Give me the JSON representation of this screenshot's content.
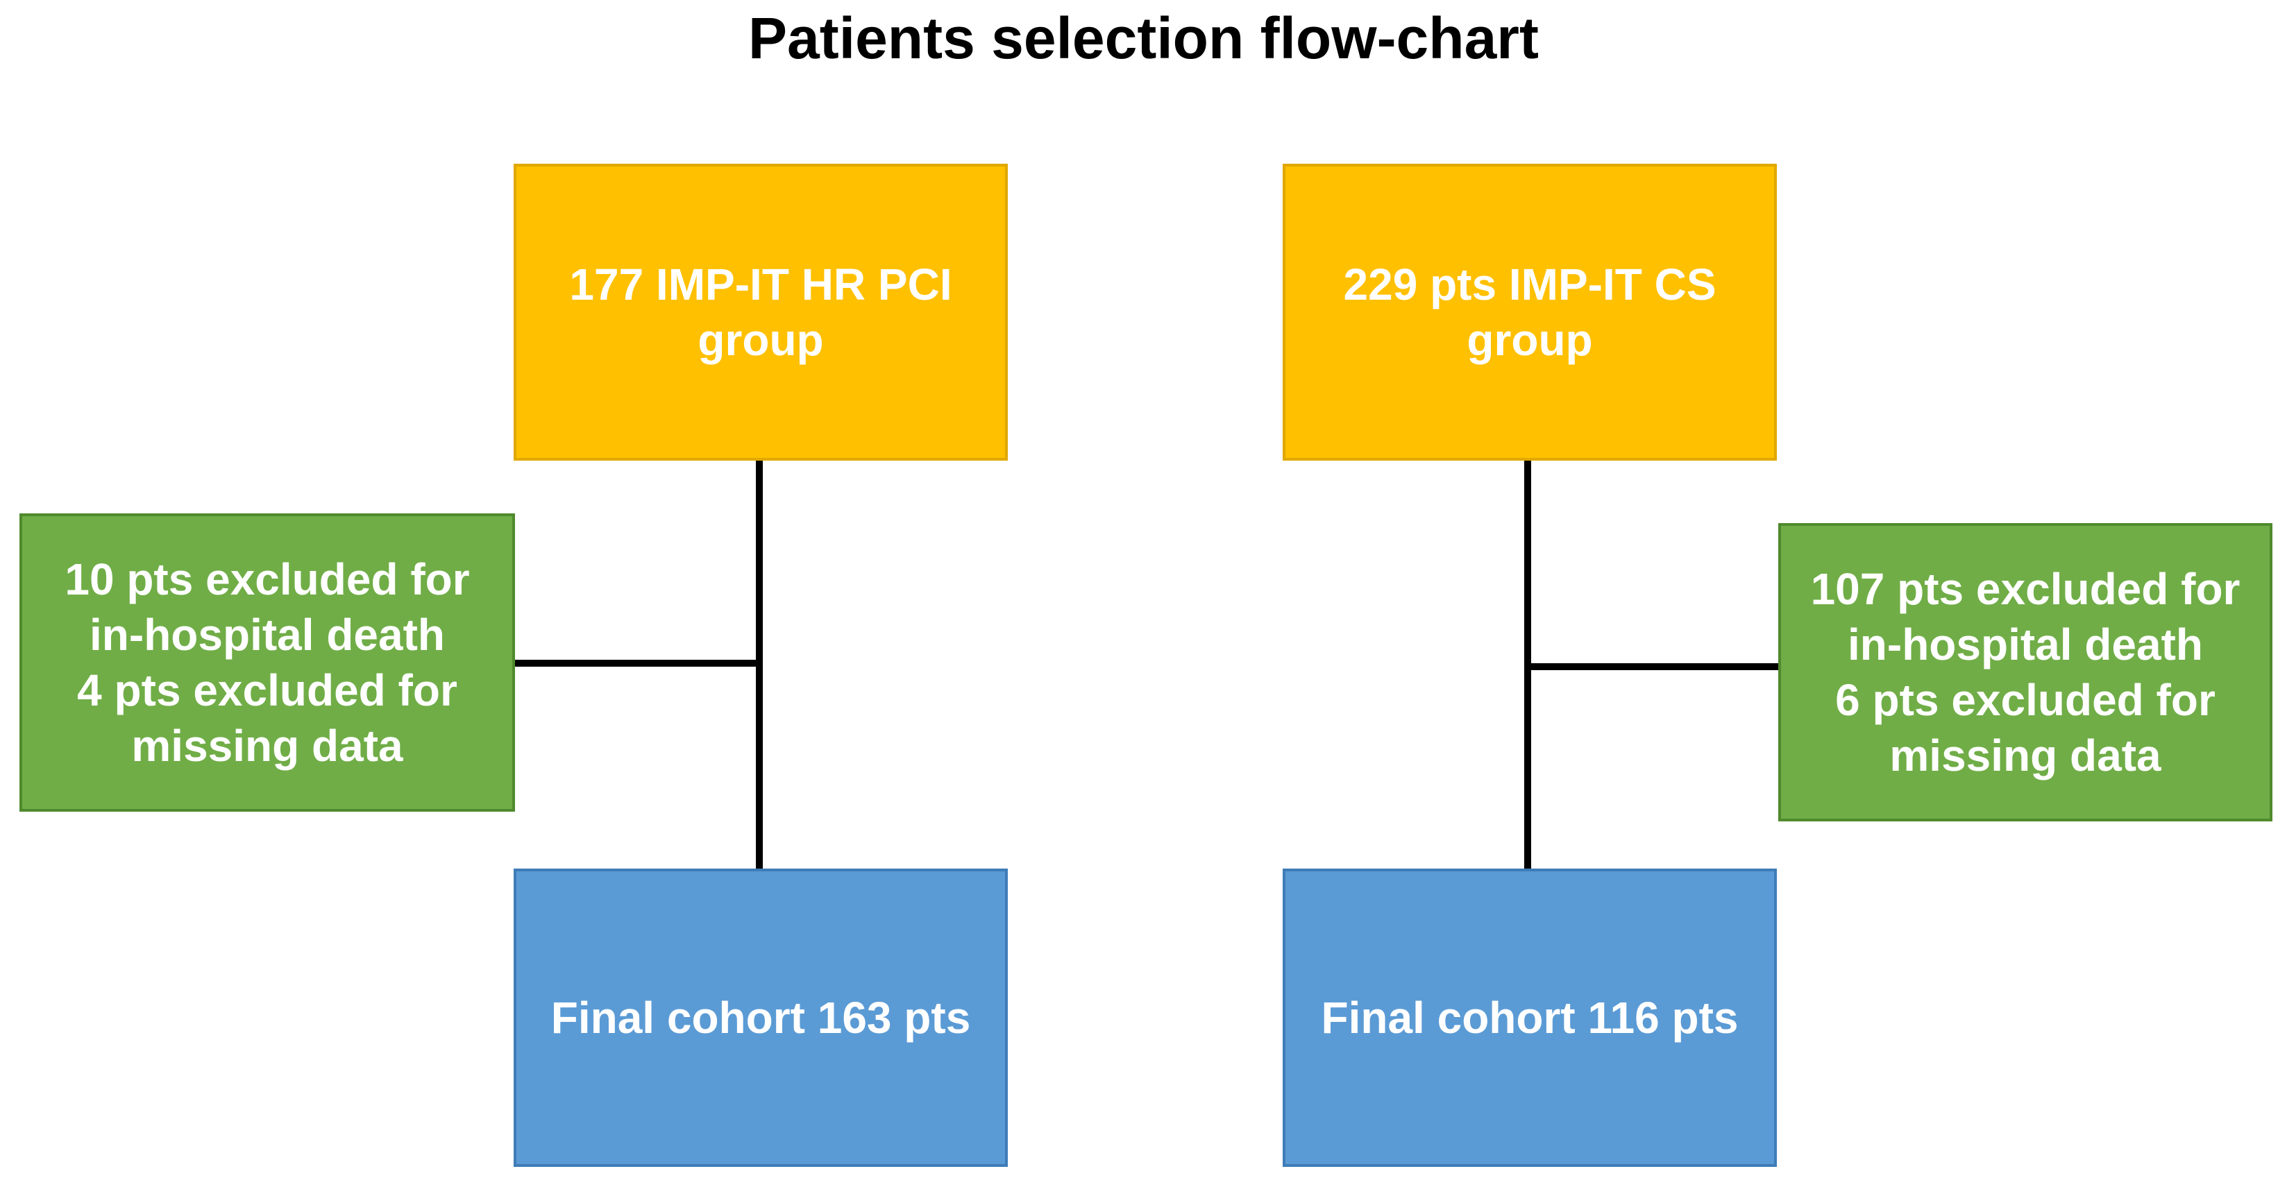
{
  "title": "Patients selection flow-chart",
  "left_branch": {
    "start": [
      "177 IMP-IT HR PCI",
      "group"
    ],
    "exclusion": [
      "10 pts excluded for",
      "in-hospital death",
      "4 pts excluded for",
      "missing data"
    ],
    "final": [
      "Final cohort 163 pts"
    ]
  },
  "right_branch": {
    "start": [
      "229 pts IMP-IT CS",
      "group"
    ],
    "exclusion": [
      "107 pts excluded for",
      "in-hospital death",
      "6 pts excluded for",
      "missing data"
    ],
    "final": [
      "Final cohort 116 pts"
    ]
  },
  "colors": {
    "start_box": "#ffc000",
    "exclusion_box": "#70ad47",
    "final_box": "#5b9bd5",
    "connector": "#000000",
    "box_text": "#ffffff"
  }
}
